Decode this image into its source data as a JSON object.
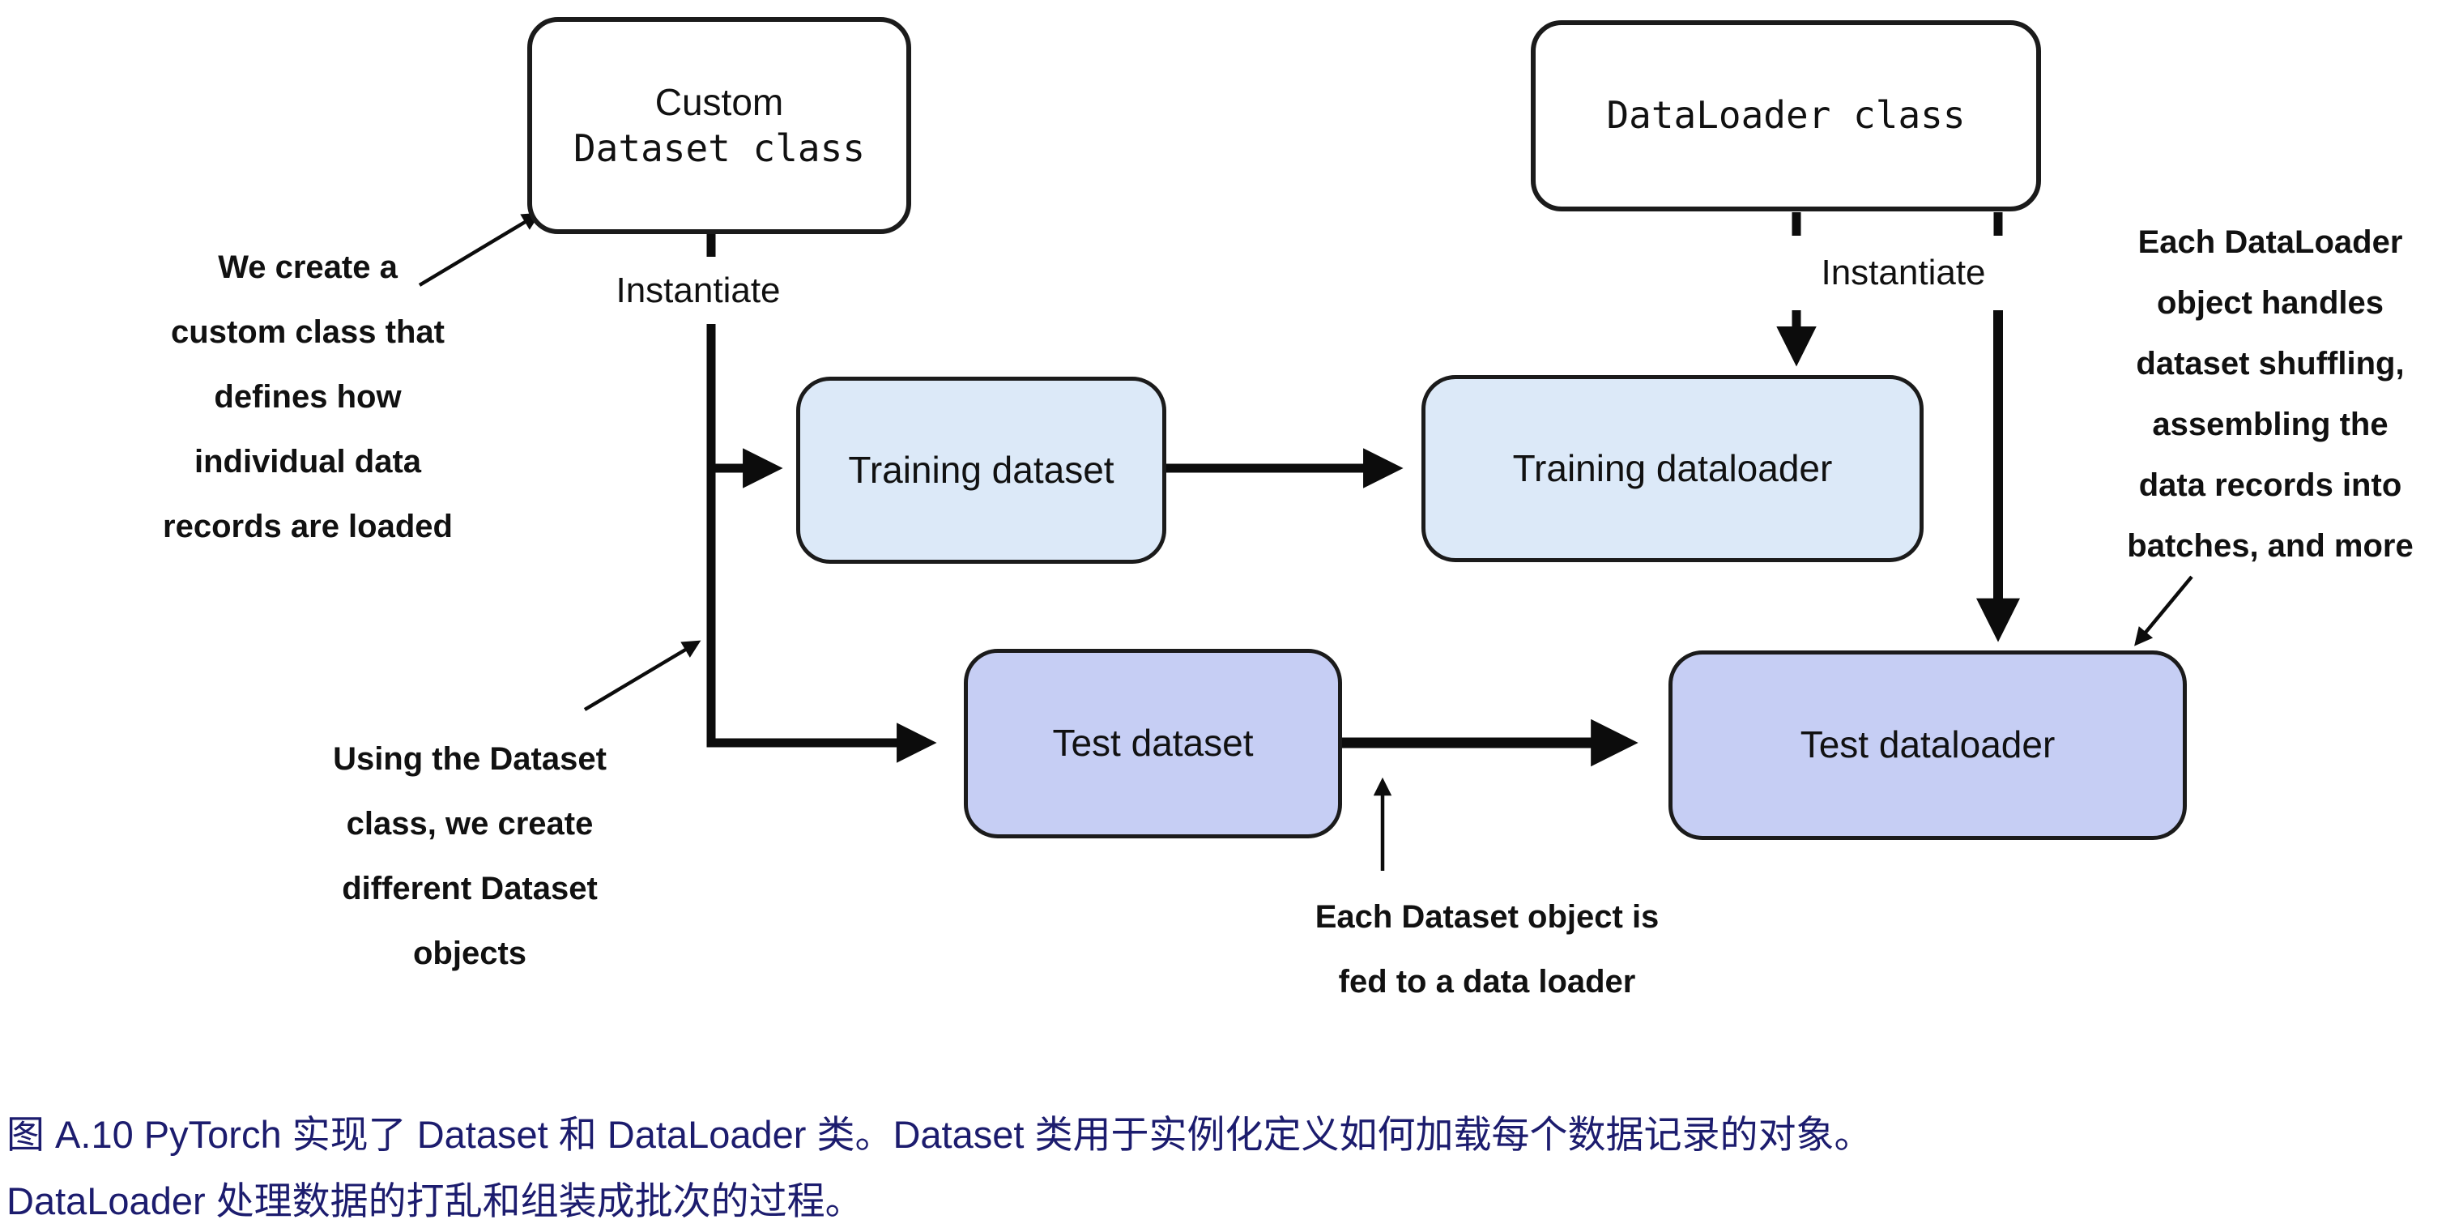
{
  "diagram": {
    "boxes": {
      "custom_dataset_class": {
        "line1": "Custom",
        "line2": "Dataset class"
      },
      "dataloader_class": {
        "label": "DataLoader class"
      },
      "training_dataset": {
        "label": "Training dataset"
      },
      "training_dataloader": {
        "label": "Training dataloader"
      },
      "test_dataset": {
        "label": "Test dataset"
      },
      "test_dataloader": {
        "label": "Test dataloader"
      }
    },
    "edge_labels": {
      "instantiate_left": "Instantiate",
      "instantiate_right": "Instantiate"
    },
    "annotations": {
      "custom_class": "We create a\ncustom class that\ndefines how\nindividual data\nrecords are loaded",
      "dataset_objects": "Using the Dataset\nclass, we create\ndifferent Dataset\nobjects",
      "fed_to_loader": "Each Dataset object is\nfed to a data loader",
      "dataloader_handles": "Each DataLoader\nobject handles\ndataset shuffling,\nassembling the\ndata records into\nbatches, and more"
    },
    "colors": {
      "training_box_fill": "#dce9f8",
      "test_box_fill": "#c6cef4",
      "box_border": "#1b1b1b",
      "line_color": "#0c0c0c",
      "caption_color": "#1c1c6e",
      "text_color": "#111111",
      "background": "#ffffff"
    }
  },
  "caption": {
    "line1": "图 A.10 PyTorch 实现了 Dataset 和 DataLoader 类。Dataset 类用于实例化定义如何加载每个数据记录的对象。",
    "line2": "DataLoader 处理数据的打乱和组装成批次的过程。"
  }
}
